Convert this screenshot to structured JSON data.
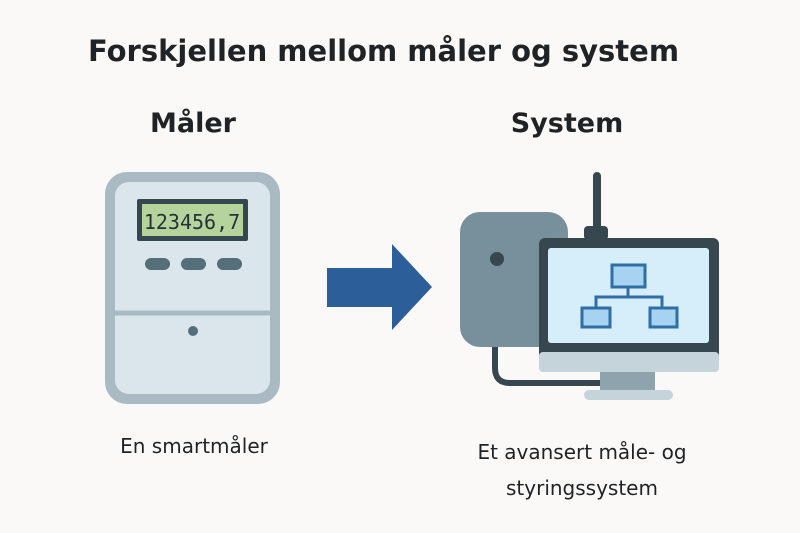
{
  "title": "Forskjellen mellom måler og system",
  "left": {
    "heading": "Måler",
    "display_reading": "123456,7",
    "caption": "En smartmåler"
  },
  "right": {
    "heading": "System",
    "caption_line1": "Et avansert måle- og",
    "caption_line2": "styringssystem"
  },
  "colors": {
    "arrow": "#2c5f9a",
    "meter_body": "#a9bac3",
    "display": "#b5d49b",
    "screen": "#d6eefa",
    "dark": "#37474f"
  }
}
